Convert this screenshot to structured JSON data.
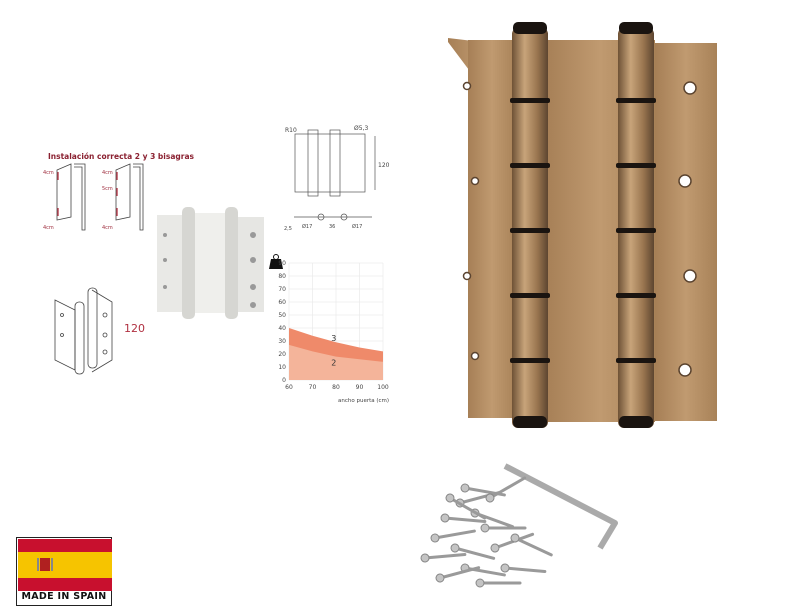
{
  "installation": {
    "title": "Instalación correcta 2 y 3 bisagras",
    "labels_two": [
      "4cm",
      "4cm"
    ],
    "labels_three": [
      "4cm",
      "5cm",
      "4cm"
    ]
  },
  "iso_hinge": {
    "size_label": "120"
  },
  "tech_drawing": {
    "radius": "R10",
    "hole": "Ø5,3",
    "height": "120",
    "thickness": "2,5",
    "dims": [
      "Ø17",
      "36",
      "Ø17"
    ]
  },
  "badge": {
    "text": "MADE IN SPAIN",
    "colors": {
      "red": "#c8102e",
      "yellow": "#f6c400"
    }
  },
  "product_color": "#b08a5e",
  "chart_data": {
    "type": "area",
    "xlabel": "ancho puerta (cm)",
    "ylabel_icon": "weight-kg-icon",
    "x": [
      60,
      70,
      80,
      90,
      100
    ],
    "xlim": [
      60,
      100
    ],
    "ylim": [
      0,
      90
    ],
    "yticks": [
      0,
      10,
      20,
      30,
      40,
      50,
      60,
      70,
      80,
      90
    ],
    "grid": true,
    "series": [
      {
        "name": "3",
        "values": [
          40,
          34,
          29,
          25,
          22
        ],
        "color": "#ef8a6a"
      },
      {
        "name": "2",
        "values": [
          27,
          22,
          18,
          16,
          14
        ],
        "color": "#f4b49a"
      }
    ]
  }
}
